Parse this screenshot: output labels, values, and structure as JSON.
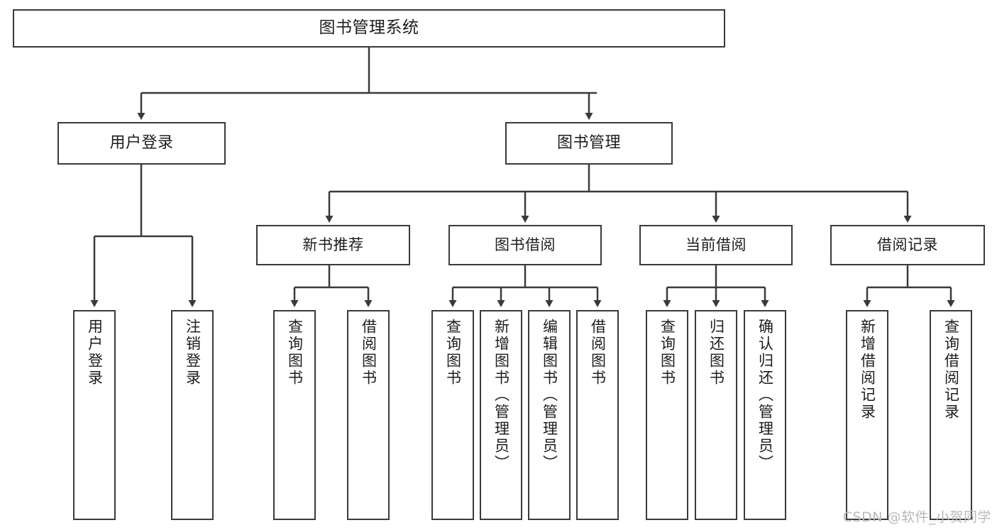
{
  "diagram": {
    "title": "图书管理系统",
    "type": "tree",
    "stroke_color": "#3a3a3a",
    "background_color": "#ffffff",
    "text_color": "#1d1d1d"
  },
  "nodes": {
    "root": {
      "label": "图书管理系统"
    },
    "level2": [
      {
        "label": "用户登录"
      },
      {
        "label": "图书管理"
      }
    ],
    "level3": [
      {
        "label": "新书推荐"
      },
      {
        "label": "图书借阅"
      },
      {
        "label": "当前借阅"
      },
      {
        "label": "借阅记录"
      }
    ],
    "leaves_user_login": [
      {
        "label": "用户登录"
      },
      {
        "label": "注销登录"
      }
    ],
    "leaves_new_books": [
      {
        "label": "查询图书"
      },
      {
        "label": "借阅图书"
      }
    ],
    "leaves_borrow": [
      {
        "label": "查询图书"
      },
      {
        "label": "新增图书（管理员）"
      },
      {
        "label": "编辑图书（管理员）"
      },
      {
        "label": "借阅图书"
      }
    ],
    "leaves_current": [
      {
        "label": "查询图书"
      },
      {
        "label": "归还图书"
      },
      {
        "label": "确认归还（管理员）"
      }
    ],
    "leaves_records": [
      {
        "label": "新增借阅记录"
      },
      {
        "label": "查询借阅记录"
      }
    ]
  },
  "watermark": {
    "text": "CSDN @软件_小贺同学"
  }
}
